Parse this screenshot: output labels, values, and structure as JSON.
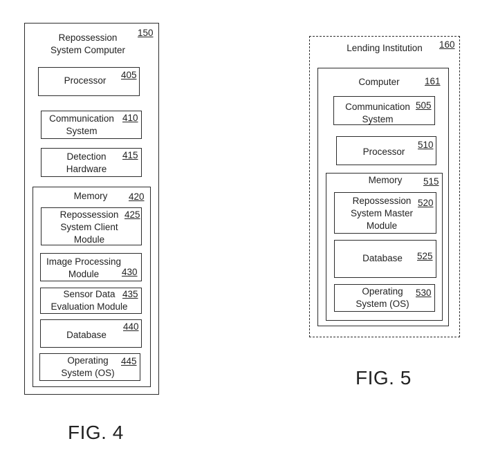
{
  "fig4": {
    "caption": "FIG. 4",
    "computer": {
      "label": "Repossession\nSystem Computer",
      "ref": "150"
    },
    "processor": {
      "label": "Processor",
      "ref": "405"
    },
    "communication": {
      "label": "Communication\nSystem",
      "ref": "410"
    },
    "detection": {
      "label": "Detection\nHardware",
      "ref": "415"
    },
    "memory": {
      "label": "Memory",
      "ref": "420"
    },
    "client_module": {
      "label": "Repossession\nSystem Client\nModule",
      "ref": "425"
    },
    "image_module": {
      "label": "Image Processing\nModule",
      "ref": "430"
    },
    "sensor_module": {
      "label": "Sensor Data\nEvaluation Module",
      "ref": "435"
    },
    "database": {
      "label": "Database",
      "ref": "440"
    },
    "os": {
      "label": "Operating\nSystem (OS)",
      "ref": "445"
    }
  },
  "fig5": {
    "caption": "FIG. 5",
    "institution": {
      "label": "Lending Institution",
      "ref": "160"
    },
    "computer": {
      "label": "Computer",
      "ref": "161"
    },
    "communication": {
      "label": "Communication\nSystem",
      "ref": "505"
    },
    "processor": {
      "label": "Processor",
      "ref": "510"
    },
    "memory": {
      "label": "Memory",
      "ref": "515"
    },
    "master_module": {
      "label": "Repossession\nSystem Master\nModule",
      "ref": "520"
    },
    "database": {
      "label": "Database",
      "ref": "525"
    },
    "os": {
      "label": "Operating\nSystem (OS)",
      "ref": "530"
    }
  }
}
